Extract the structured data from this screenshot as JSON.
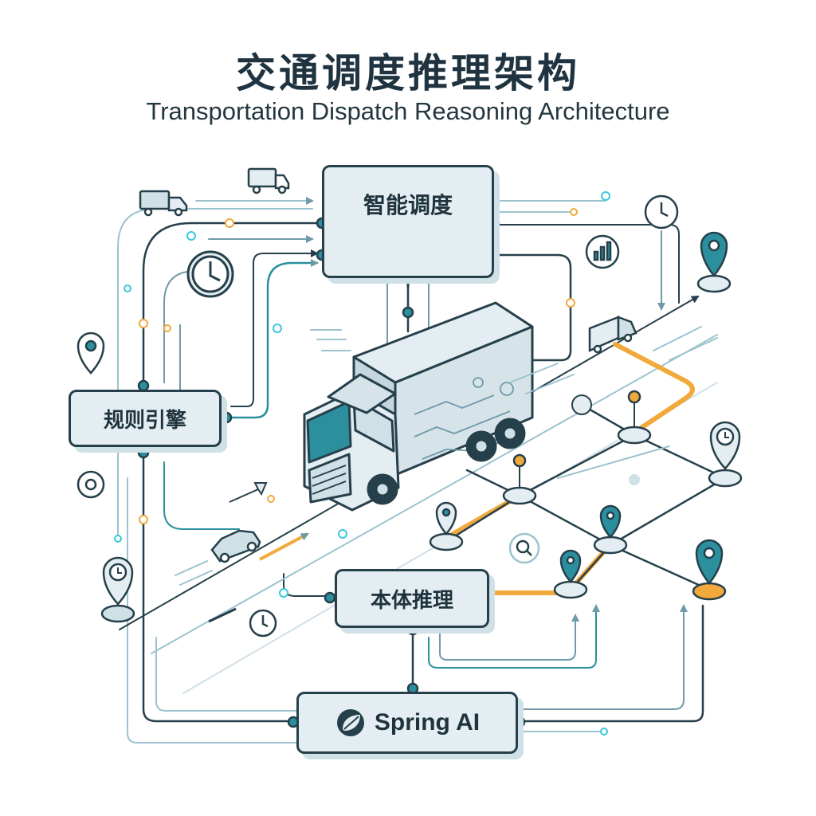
{
  "header": {
    "title": "交通调度推理架构",
    "subtitle": "Transportation Dispatch Reasoning Architecture"
  },
  "nodes": {
    "dispatch": "智能调度",
    "rules": "规则引擎",
    "ontology": "本体推理",
    "spring": "Spring AI"
  },
  "colors": {
    "outline": "#26404b",
    "teal": "#2b8f9e",
    "cyan": "#3cc7dd",
    "orange": "#f2a93b",
    "line_light": "#9cc3cf",
    "box_fill": "#e4eef2"
  }
}
